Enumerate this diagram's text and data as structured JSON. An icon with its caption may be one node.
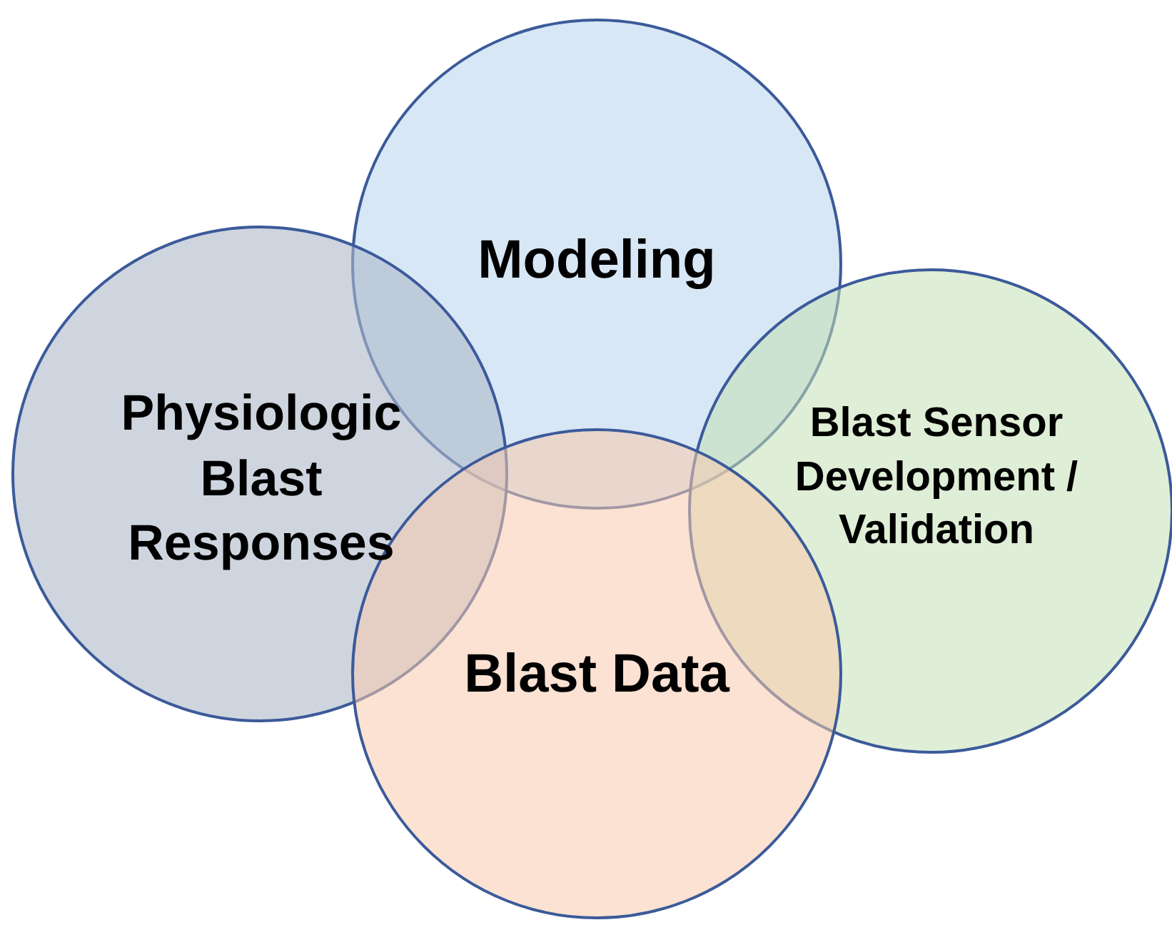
{
  "diagram": {
    "nodes": [
      {
        "text": [
          "Modeling"
        ]
      },
      {
        "text": [
          "Physiologic Blast Responses"
        ]
      },
      {
        "text": [
          "Blast Sensor Development / Validation"
        ]
      },
      {
        "text": [
          "Blast Data"
        ]
      }
    ]
  }
}
